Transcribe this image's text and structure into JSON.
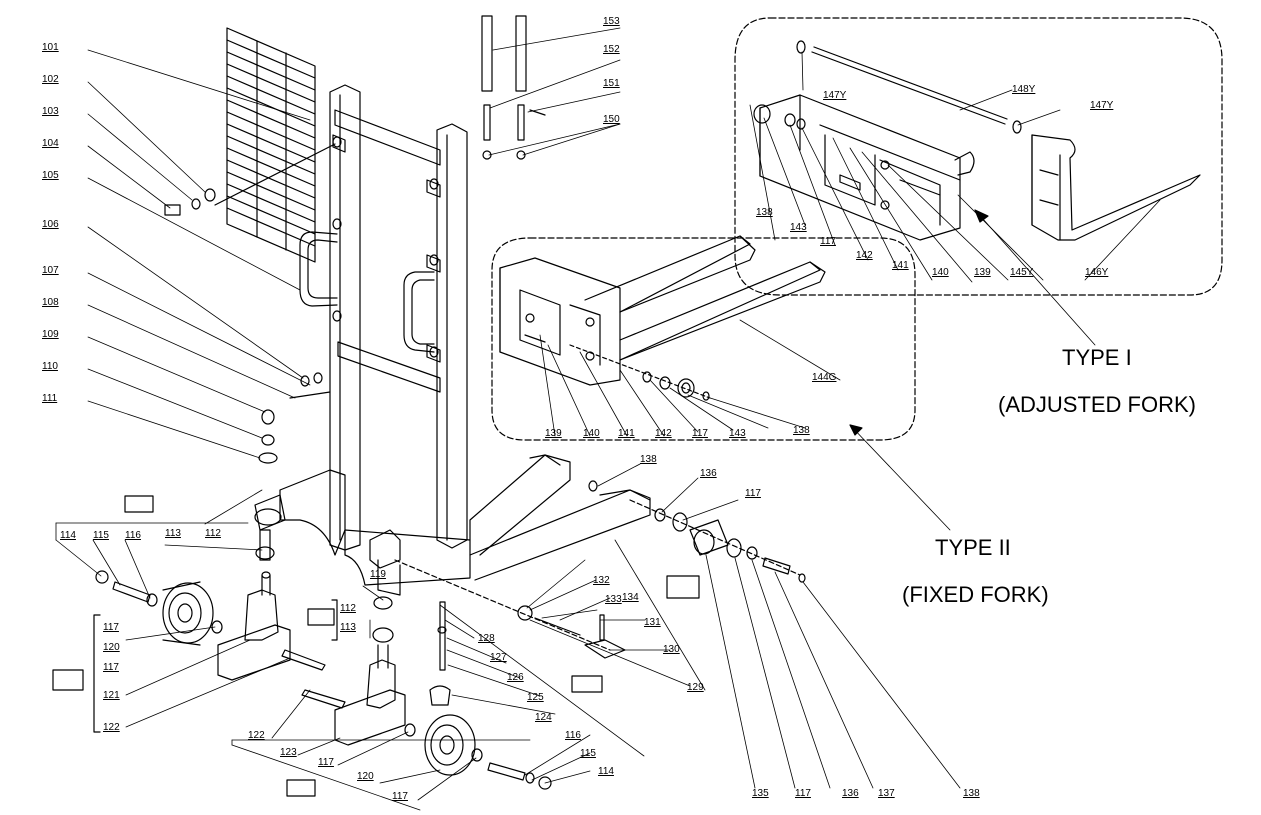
{
  "type_labels": {
    "type1_title": "TYPE I",
    "type1_sub": "(ADJUSTED FORK)",
    "type2_title": "TYPE II",
    "type2_sub": "(FIXED FORK)"
  },
  "parts": [
    "101",
    "102",
    "103",
    "104",
    "105",
    "106",
    "107",
    "108",
    "109",
    "110",
    "111",
    "112",
    "113",
    "114",
    "115",
    "116",
    "117",
    "120",
    "117",
    "121",
    "122",
    "122",
    "123",
    "117",
    "120",
    "117",
    "116",
    "115",
    "114",
    "119",
    "112",
    "113",
    "124",
    "125",
    "126",
    "127",
    "128",
    "129",
    "130",
    "131",
    "132",
    "133",
    "134",
    "135",
    "117",
    "136",
    "137",
    "138",
    "138",
    "136",
    "117",
    "153",
    "152",
    "151",
    "150",
    "138",
    "143",
    "117",
    "142",
    "141",
    "140",
    "139",
    "145Y",
    "146Y",
    "147Y",
    "148Y",
    "147Y",
    "144G",
    "139",
    "140",
    "141",
    "142",
    "117",
    "143",
    "138"
  ]
}
